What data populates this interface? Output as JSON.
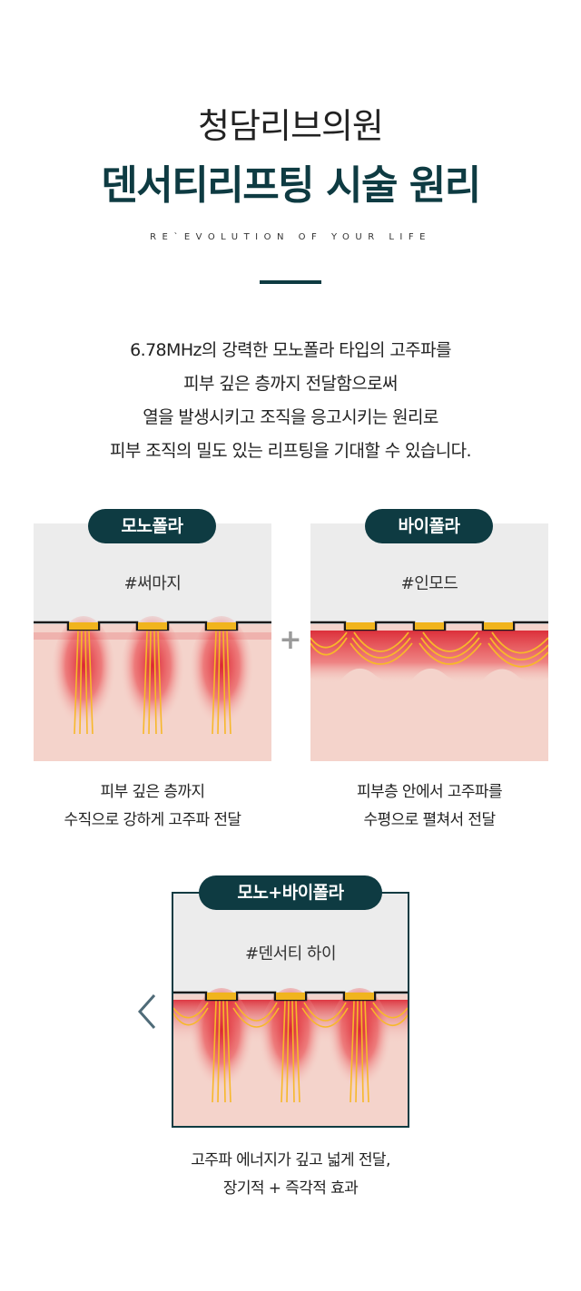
{
  "title": {
    "line1": "청담리브의원",
    "line2": "덴서티리프팅 시술 원리"
  },
  "tagline": "RE`EVOLUTION OF YOUR LIFE",
  "intro": [
    "6.78MHz의 강력한 모노폴라 타입의 고주파를",
    "피부 깊은 층까지 전달함으로써",
    "열을 발생시키고 조직을 응고시키는 원리로",
    "피부 조직의 밀도 있는 리프팅을 기대할 수 있습니다."
  ],
  "panels": {
    "mono": {
      "label": "모노폴라",
      "hashtag": "#써마지",
      "caption": [
        "피부 깊은 층까지",
        "수직으로 강하게 고주파 전달"
      ]
    },
    "bi": {
      "label": "바이폴라",
      "hashtag": "#인모드",
      "caption": [
        "피부층 안에서 고주파를",
        "수평으로 펼쳐서 전달"
      ]
    },
    "combo": {
      "label": "모노+바이폴라",
      "hashtag": "#덴서티 하이",
      "caption": [
        "고주파 에너지가 깊고 넓게 전달,",
        "장기적 + 즉각적 효과"
      ]
    }
  },
  "plus_sign": "+",
  "colors": {
    "accent": "#0e3b42",
    "panel_top": "#ececec",
    "skin": "#f4d3cb",
    "heat": "#e8333a",
    "electrode": "#f1b41d"
  },
  "icons": {
    "prev": "chevron-left-icon"
  }
}
